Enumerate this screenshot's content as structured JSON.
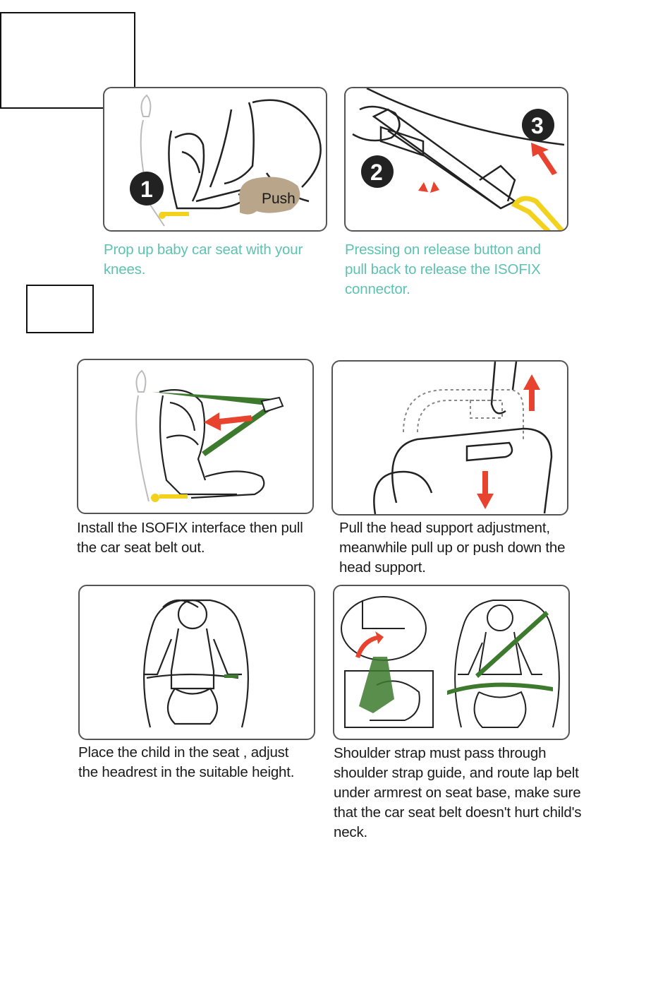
{
  "top_section": {
    "step1": {
      "badge": "1",
      "push_label": "Push",
      "caption": "Prop up baby car seat with your knees."
    },
    "step2": {
      "badge_a": "2",
      "badge_b": "3",
      "caption": "Pressing on release button and pull back to release the ISOFIX connector."
    }
  },
  "install_section": {
    "steps": [
      {
        "caption": "Install the ISOFIX interface then pull the car seat belt out."
      },
      {
        "caption": "Pull the head support adjustment, meanwhile pull up or push down the head support."
      },
      {
        "caption": "Place the child in the seat , adjust the headrest in the suitable height."
      },
      {
        "caption": "Shoulder strap must pass through shoulder strap guide, and route lap belt under armrest on seat base, make sure that the car seat belt doesn't hurt child's neck."
      }
    ]
  },
  "colors": {
    "teal": "#5ec2b2",
    "red": "#e8432e",
    "green": "#3d7a2e",
    "yellow": "#f2d21c",
    "badge": "#222222",
    "push": "#b9a68a"
  }
}
